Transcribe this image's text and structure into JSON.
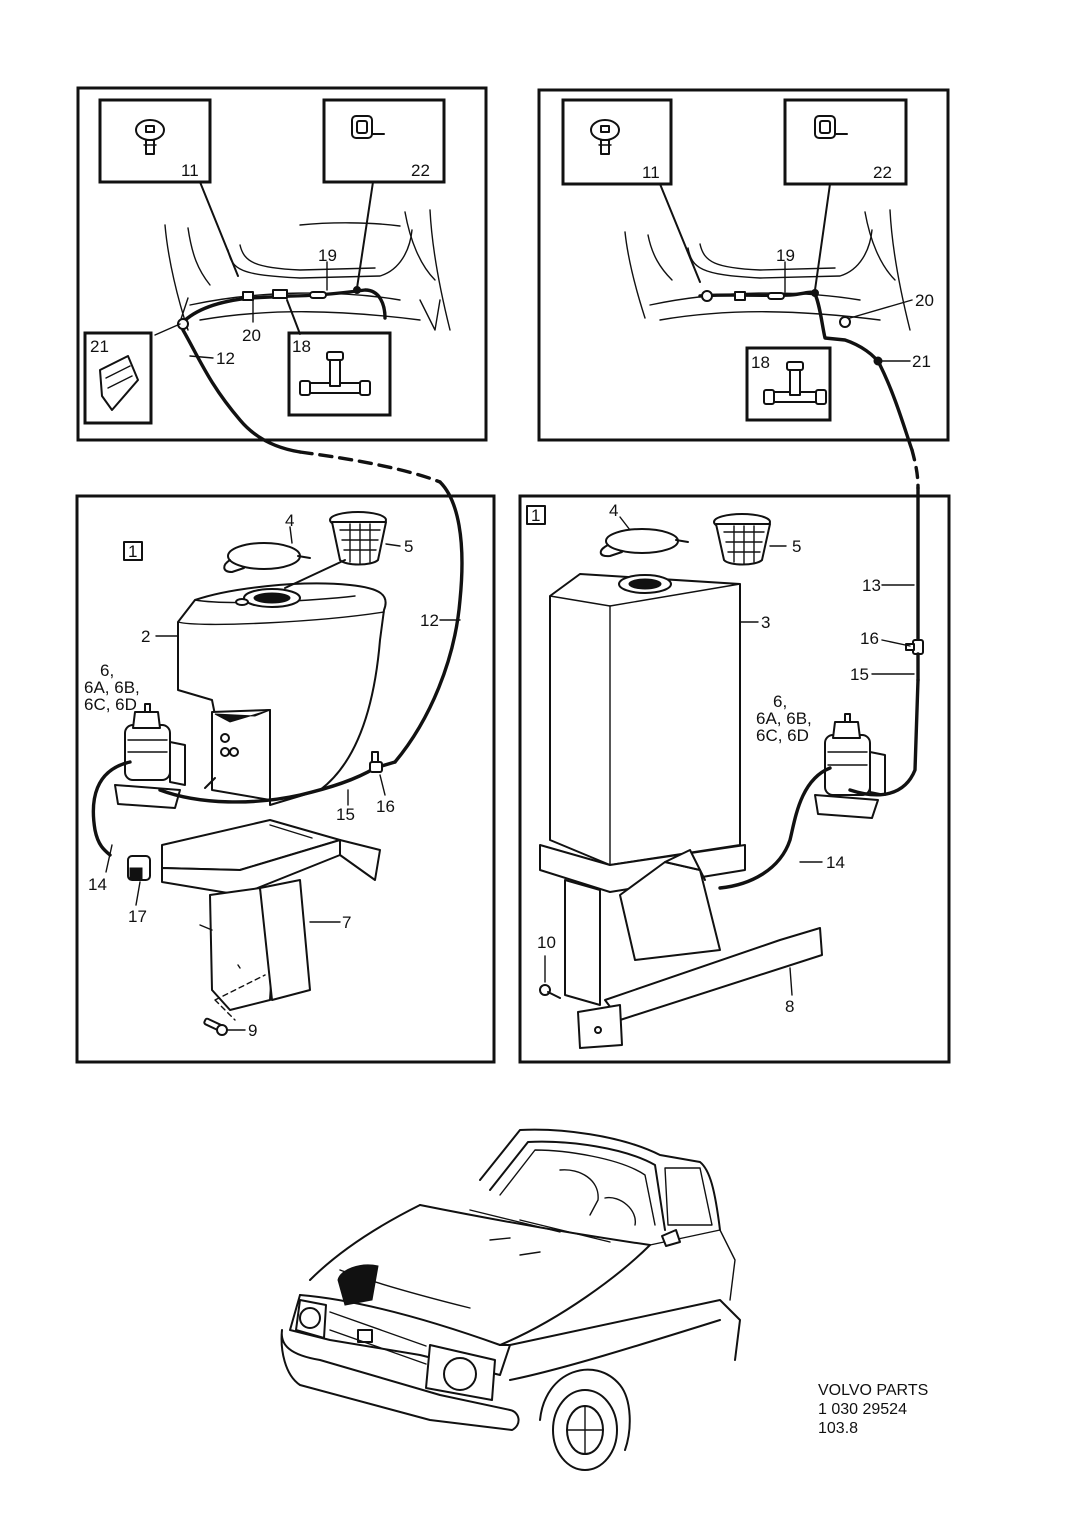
{
  "labels": {
    "tl_11": "11",
    "tl_22": "22",
    "tl_19": "19",
    "tl_20": "20",
    "tl_21": "21",
    "tl_12": "12",
    "tl_18": "18",
    "tr_11": "11",
    "tr_22": "22",
    "tr_19": "19",
    "tr_20": "20",
    "tr_21": "21",
    "tr_18": "18",
    "bl_box": "1",
    "bl_4": "4",
    "bl_5": "5",
    "bl_2": "2",
    "bl_12": "12",
    "bl_6a": "6,",
    "bl_6b": "6A, 6B,",
    "bl_6c": "6C, 6D",
    "bl_15": "15",
    "bl_16": "16",
    "bl_14": "14",
    "bl_17": "17",
    "bl_7": "7",
    "bl_9": "9",
    "br_box": "1",
    "br_4": "4",
    "br_5": "5",
    "br_3": "3",
    "br_13": "13",
    "br_16": "16",
    "br_15": "15",
    "br_6a": "6,",
    "br_6b": "6A, 6B,",
    "br_6c": "6C, 6D",
    "br_14": "14",
    "br_10": "10",
    "br_8": "8"
  },
  "footer": {
    "line1": "VOLVO PARTS",
    "line2": "1 030 29524",
    "line3": "103.8"
  }
}
